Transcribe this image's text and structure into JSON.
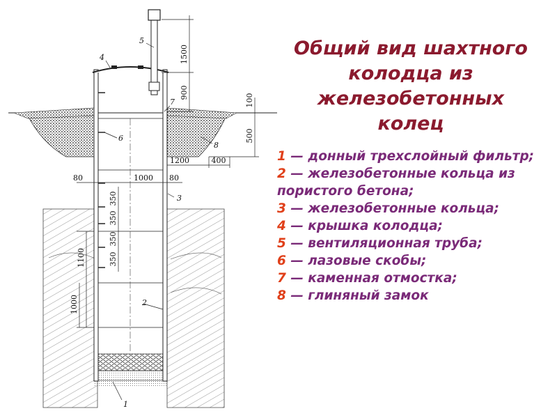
{
  "title_lines": [
    "Общий вид шахтного",
    "колодца из",
    "железобетонных",
    "колец"
  ],
  "legend": [
    {
      "num": "1",
      "text": " — донный трехслойный фильтр;"
    },
    {
      "num": "2",
      "text": " — железобетонные кольца из пористого бетона;"
    },
    {
      "num": "3",
      "text": " — железобетонные кольца;"
    },
    {
      "num": "4",
      "text": " — крышка колодца;"
    },
    {
      "num": "5",
      "text": " — вентиляционная труба;"
    },
    {
      "num": "6",
      "text": " — лазовые скобы;"
    },
    {
      "num": "7",
      "text": " — каменная отмостка;"
    },
    {
      "num": "8",
      "text": " — глиняный замок"
    }
  ],
  "dimensions": {
    "d1500": "1500",
    "d900": "900",
    "d100": "100",
    "d500": "500",
    "d1200": "1200",
    "d400": "400",
    "d80a": "80",
    "d80b": "80",
    "d1000": "1000",
    "d350a": "350",
    "d350b": "350",
    "d350c": "350",
    "d350d": "350",
    "d1100": "1100",
    "d1000v": "1000"
  },
  "callouts": {
    "c1": "1",
    "c2": "2",
    "c3": "3",
    "c4": "4",
    "c5": "5",
    "c6": "6",
    "c7": "7",
    "c8": "8"
  },
  "colors": {
    "title": "#8b1a2e",
    "legend_text": "#7a2a78",
    "legend_number": "#e0401a"
  }
}
